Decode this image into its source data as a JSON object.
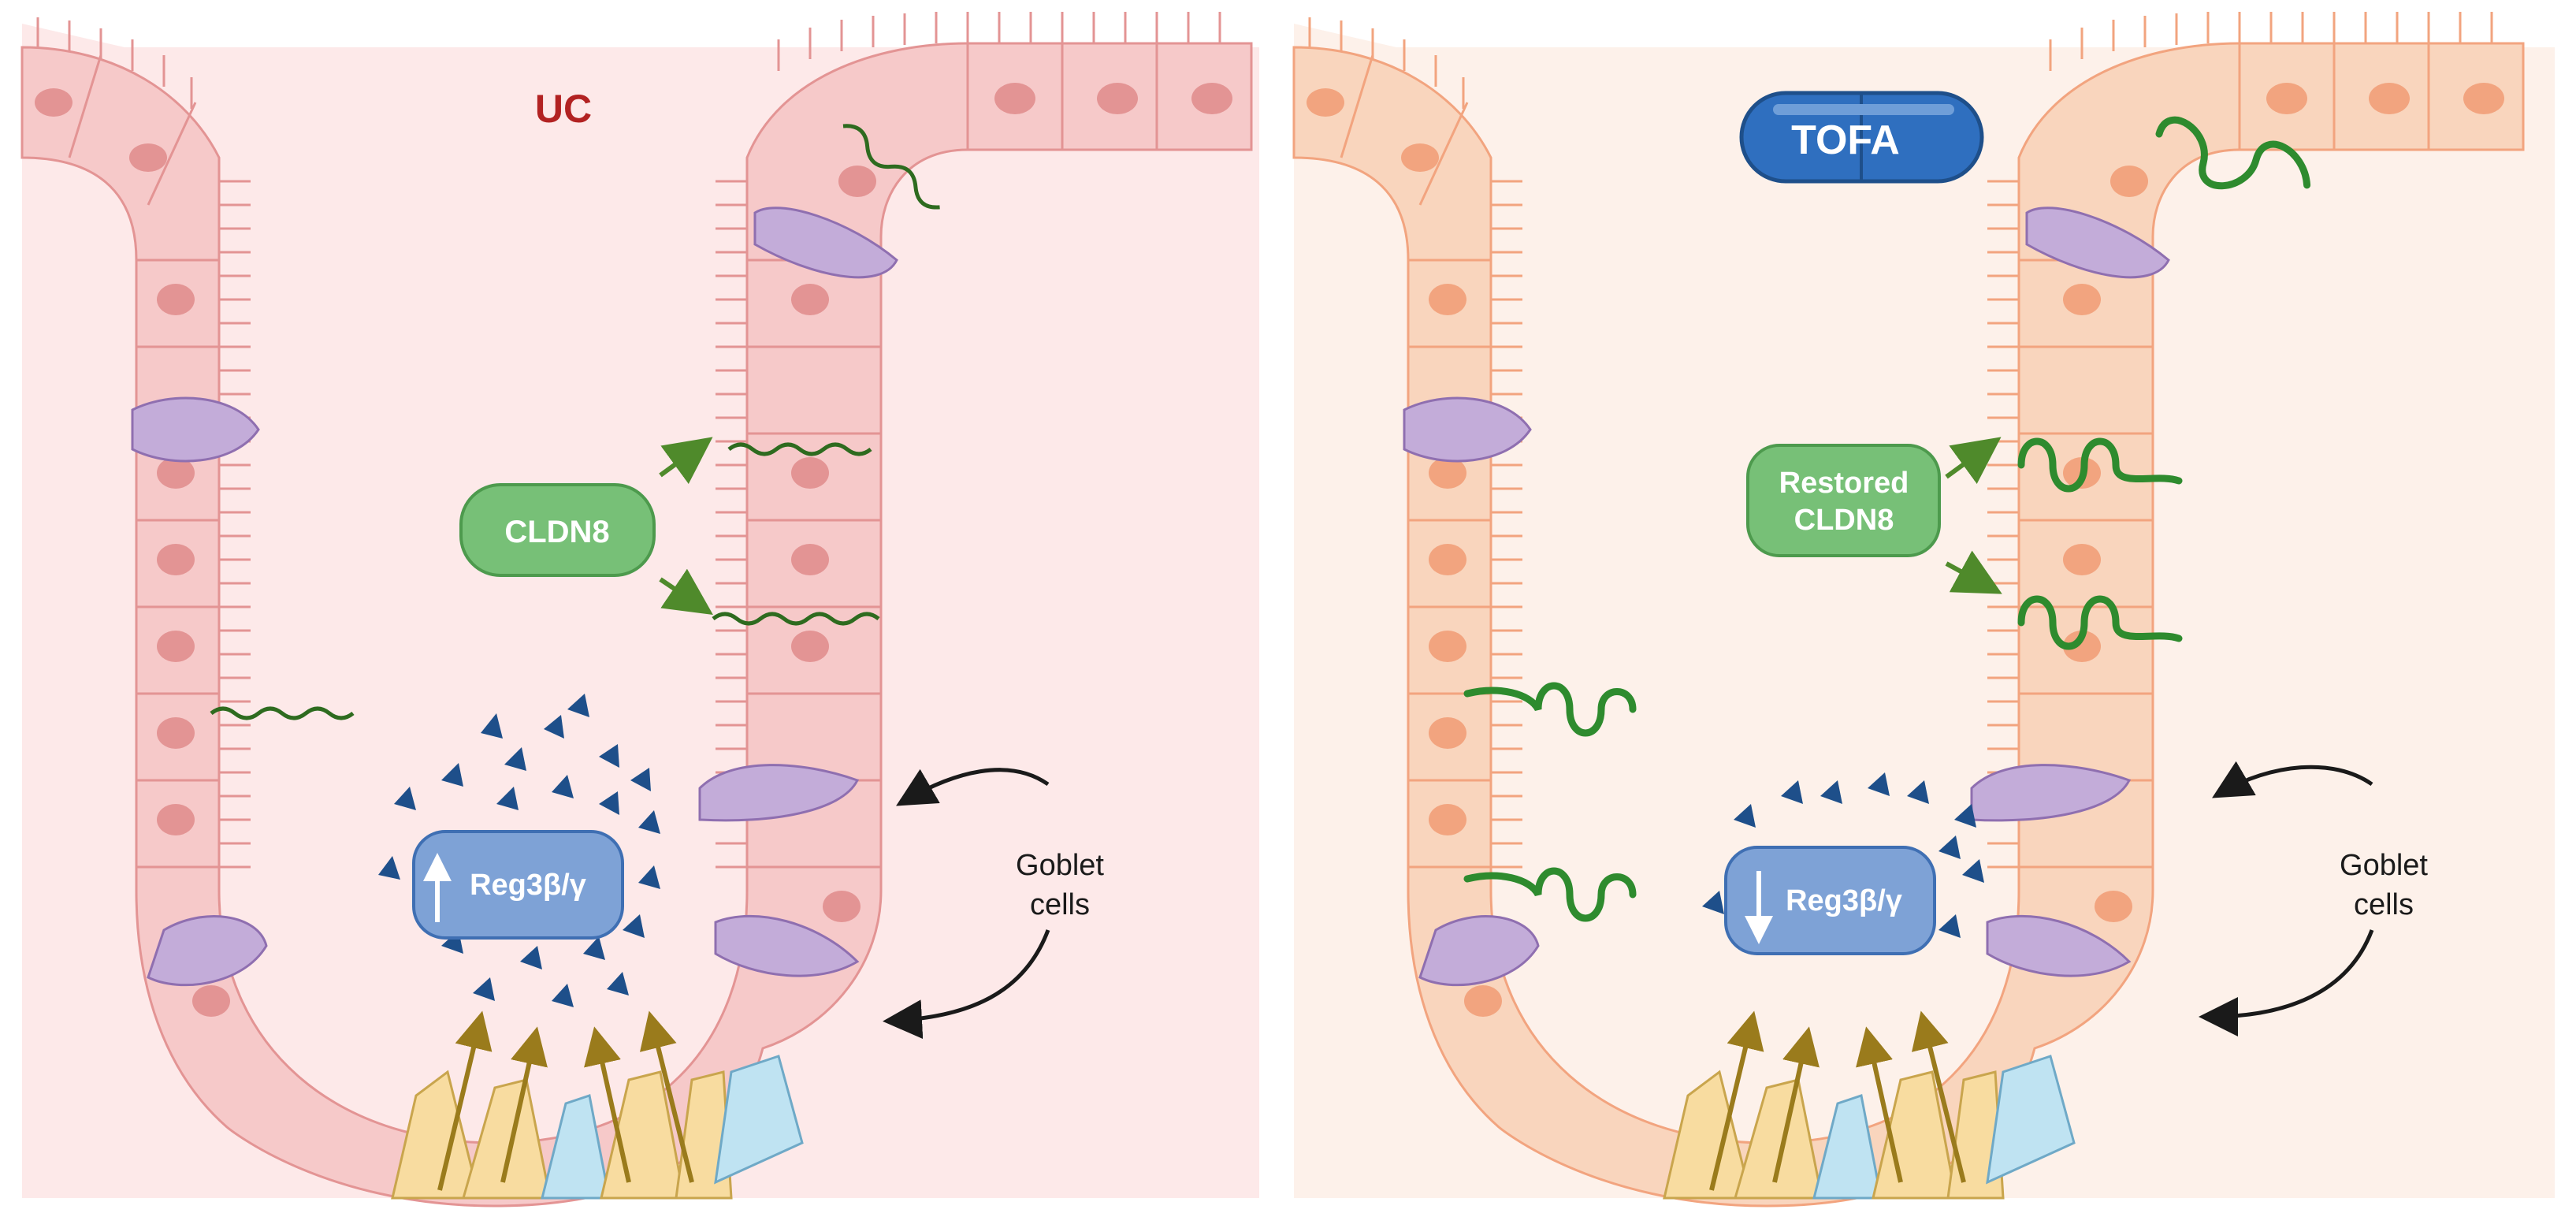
{
  "panels": [
    {
      "id": "uc",
      "title": "UC",
      "marker_label": "CLDN8",
      "reg_label": "Reg3β/γ",
      "reg_direction": "up",
      "goblet_label_line1": "Goblet",
      "goblet_label_line2": "cells",
      "junction_style": "thin-wavy"
    },
    {
      "id": "tofa",
      "title": "TOFA",
      "marker_label_line1": "Restored",
      "marker_label_line2": "CLDN8",
      "reg_label": "Reg3β/γ",
      "reg_direction": "down",
      "goblet_label_line1": "Goblet",
      "goblet_label_line2": "cells",
      "junction_style": "thick-looped"
    }
  ],
  "colors": {
    "uc_background": "#fde9e9",
    "uc_cell": "#f6c9c9",
    "uc_nucleus": "#e39494",
    "tofa_background": "#fdf1ea",
    "tofa_cell": "#f9d5bd",
    "tofa_nucleus": "#f2a47f",
    "goblet": "#b79bd0",
    "claudin_marker": "#77c077",
    "junction_green": "#2e8b2e",
    "reg_box": "#7ea2d6",
    "peptide": "#1e4f8a",
    "paneth": "#f8dca0",
    "arrow_gold": "#9a7b1c",
    "uc_title": "#b22222",
    "pill": "#2f6fbf"
  }
}
